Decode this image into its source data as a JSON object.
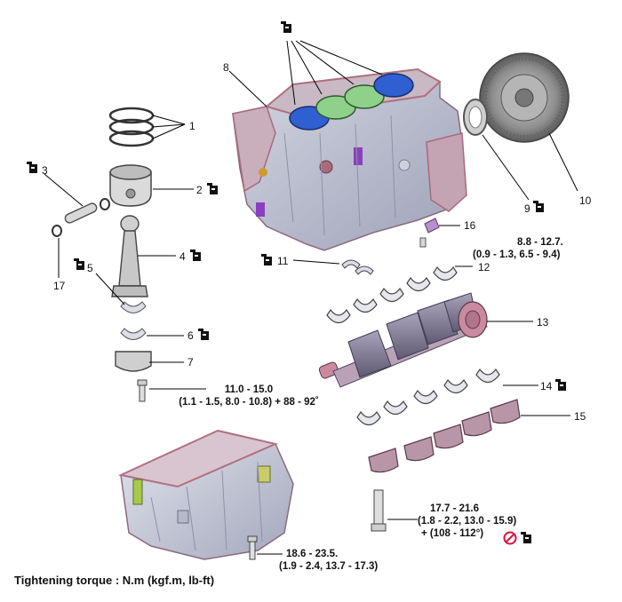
{
  "callouts": {
    "c1": "1",
    "c2": "2",
    "c3": "3",
    "c4": "4",
    "c5": "5",
    "c6": "6",
    "c7": "7",
    "c8": "8",
    "c9": "9",
    "c10": "10",
    "c11": "11",
    "c12": "12",
    "c13": "13",
    "c14": "14",
    "c15": "15",
    "c16": "16",
    "c17": "17"
  },
  "torque": {
    "t16_line1": "8.8 - 12.7.",
    "t16_line2": "(0.9 - 1.3, 6.5 - 9.4)",
    "t_conrod_line1": "11.0 - 15.0",
    "t_conrod_line2": "(1.1 - 1.5, 8.0 - 10.8) + 88 - 92˚",
    "t_main_line1": "17.7 - 21.6",
    "t_main_line2": "(1.8 - 2.2, 13.0 - 15.9)",
    "t_main_line3": "+ (108 - 112°)",
    "t_pan_line1": "18.6 - 23.5.",
    "t_pan_line2": "(1.9 - 2.4, 13.7 - 17.3)"
  },
  "footer": "Tightening torque : N.m (kgf.m, lb-ft)",
  "colors": {
    "block": "#b9bccd",
    "block_edge": "#b0707f",
    "bore_blue": "#2f5fd1",
    "bore_green": "#8fd18a",
    "purple": "#8a3fc0",
    "crank": "#7d7890",
    "crank_pink": "#c98aa0",
    "flywheel": "#8c8c8c",
    "bearing": "#dcdde6",
    "noreuse_red": "#e0103a"
  }
}
